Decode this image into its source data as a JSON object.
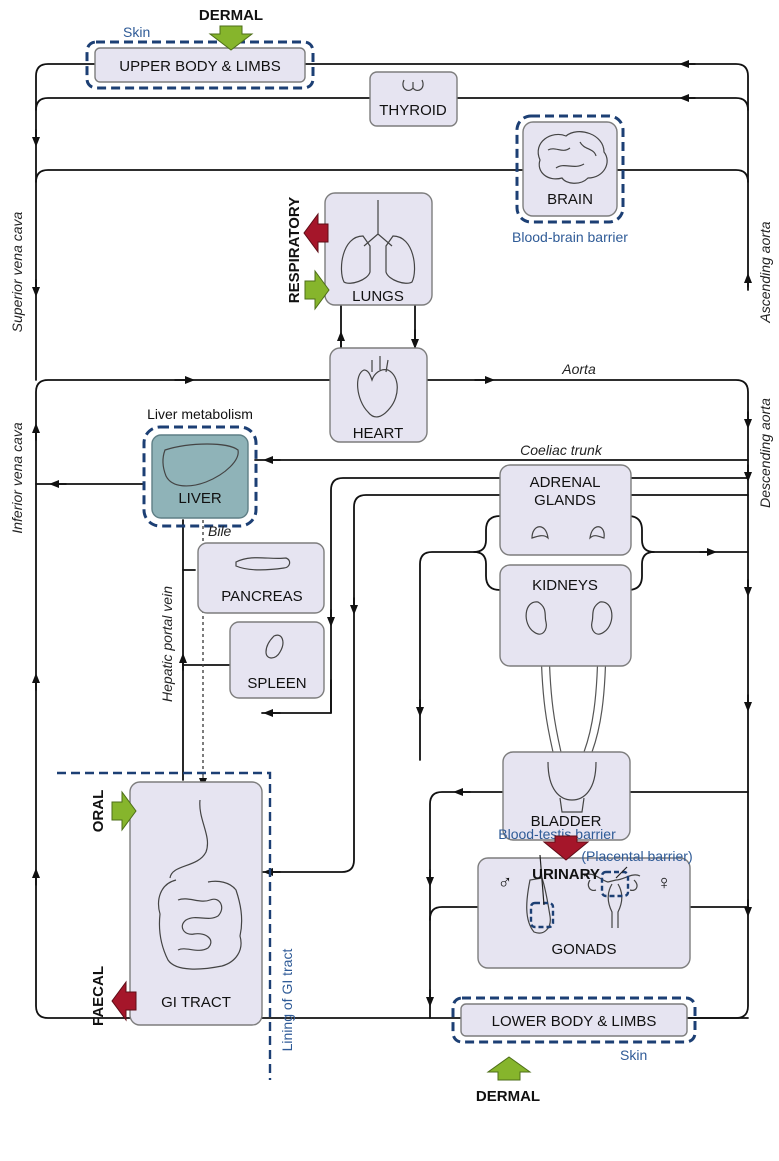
{
  "organs": {
    "upper_body": "UPPER BODY & LIMBS",
    "thyroid": "THYROID",
    "brain": "BRAIN",
    "lungs": "LUNGS",
    "heart": "HEART",
    "liver": "LIVER",
    "pancreas": "PANCREAS",
    "spleen": "SPLEEN",
    "gi_tract": "GI TRACT",
    "adrenal_line1": "ADRENAL",
    "adrenal_line2": "GLANDS",
    "kidneys": "KIDNEYS",
    "bladder": "BLADDER",
    "gonads": "GONADS",
    "lower_body": "LOWER BODY  & LIMBS"
  },
  "routes": {
    "dermal_top": "DERMAL",
    "dermal_bottom": "DERMAL",
    "respiratory": "RESPIRATORY",
    "oral": "ORAL",
    "faecal": "FAECAL",
    "urinary": "URINARY"
  },
  "vessels": {
    "superior_vena_cava": "Superior vena cava",
    "inferior_vena_cava": "Inferior vena cava",
    "ascending_aorta": "Ascending aorta",
    "descending_aorta": "Descending aorta",
    "aorta": "Aorta",
    "coeliac_trunk": "Coeliac trunk",
    "hepatic_portal_vein": "Hepatic portal vein",
    "bile": "Bile"
  },
  "barriers": {
    "skin_top": "Skin",
    "skin_bottom": "Skin",
    "blood_brain": "Blood-brain barrier",
    "liver_metabolism": "Liver metabolism",
    "lining_gi": "Lining of GI tract",
    "blood_testis": "Blood-testis barrier",
    "placental": "(Placental barrier)"
  },
  "symbols": {
    "male": "♂",
    "female": "♀"
  },
  "colors": {
    "organ_fill": "#e6e4f1",
    "liver_fill": "#8fb3b8",
    "barrier_blue": "#1c3f74",
    "uptake_green": "#86b52c",
    "excretion_red": "#a5162a"
  }
}
